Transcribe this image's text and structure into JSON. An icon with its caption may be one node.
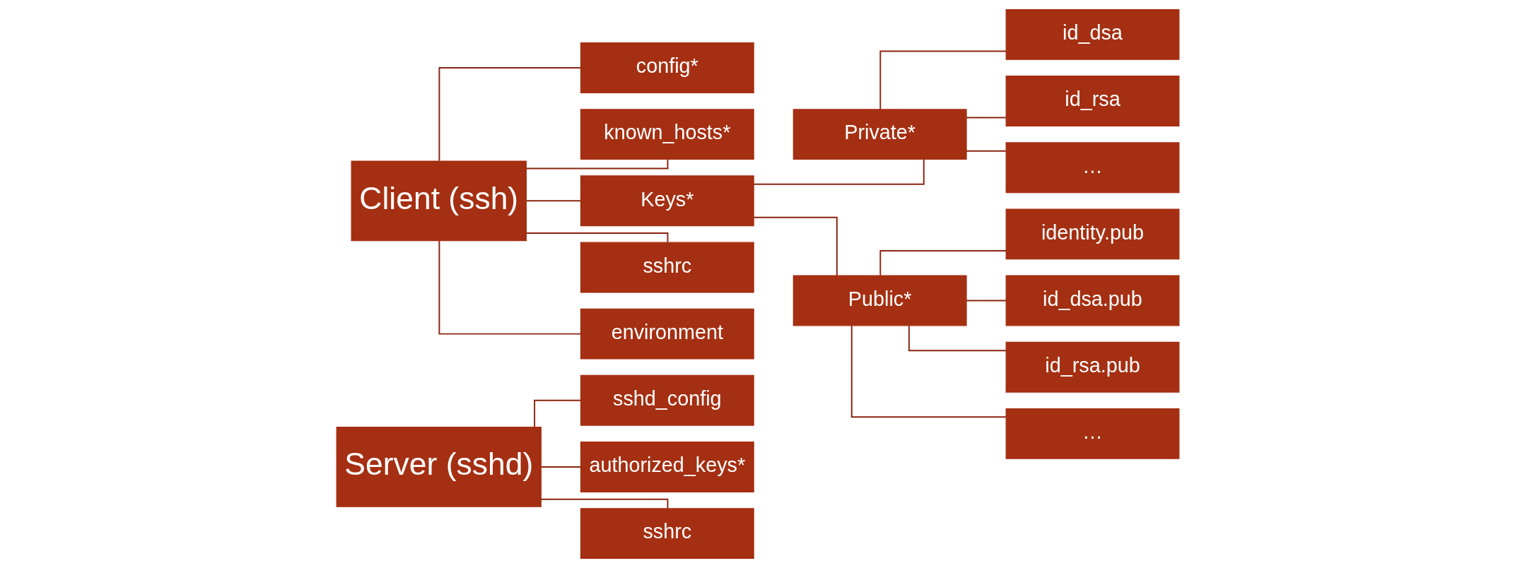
{
  "diagram": {
    "nodes": [
      {
        "text": [
          "Server (sshd)"
        ]
      },
      {
        "text": [
          "sshd_config"
        ]
      },
      {
        "text": [
          "authorized_keys*"
        ]
      },
      {
        "text": [
          "sshrc"
        ]
      },
      {
        "text": [
          "Client (ssh)"
        ]
      },
      {
        "text": [
          "config*"
        ]
      },
      {
        "text": [
          "known_hosts*"
        ]
      },
      {
        "text": [
          "Keys*"
        ]
      },
      {
        "text": [
          "sshrc"
        ]
      },
      {
        "text": [
          "environment"
        ]
      },
      {
        "text": [
          "Private*"
        ]
      },
      {
        "text": [
          "Public*"
        ]
      },
      {
        "text": [
          "id_dsa"
        ]
      },
      {
        "text": [
          "id_rsa"
        ]
      },
      {
        "text": [
          "…"
        ]
      },
      {
        "text": [
          "identity.pub"
        ]
      },
      {
        "text": [
          "id_dsa.pub"
        ]
      },
      {
        "text": [
          "id_rsa.pub"
        ]
      },
      {
        "text": [
          "…"
        ]
      }
    ],
    "edges": [
      {
        "from": 0,
        "to": 1,
        "arrow": "none"
      },
      {
        "from": 0,
        "to": 2,
        "arrow": "none"
      },
      {
        "from": 0,
        "to": 3,
        "arrow": "none"
      },
      {
        "from": 4,
        "to": 5,
        "arrow": "none"
      },
      {
        "from": 4,
        "to": 6,
        "arrow": "none"
      },
      {
        "from": 4,
        "to": 7,
        "arrow": "none"
      },
      {
        "from": 4,
        "to": 8,
        "arrow": "none"
      },
      {
        "from": 4,
        "to": 9,
        "arrow": "none"
      },
      {
        "from": 7,
        "to": 10,
        "arrow": "none"
      },
      {
        "from": 7,
        "to": 11,
        "arrow": "none"
      },
      {
        "from": 10,
        "to": 12,
        "arrow": "none"
      },
      {
        "from": 10,
        "to": 13,
        "arrow": "none"
      },
      {
        "from": 10,
        "to": 14,
        "arrow": "none"
      },
      {
        "from": 11,
        "to": 15,
        "arrow": "none"
      },
      {
        "from": 11,
        "to": 16,
        "arrow": "none"
      },
      {
        "from": 11,
        "to": 17,
        "arrow": "none"
      },
      {
        "from": 11,
        "to": 18,
        "arrow": "none"
      }
    ]
  }
}
